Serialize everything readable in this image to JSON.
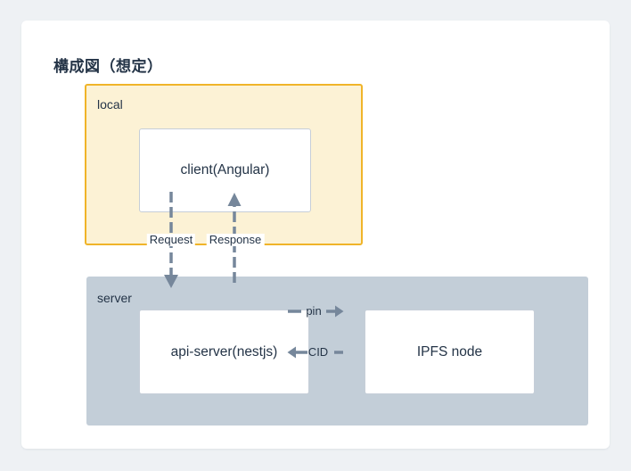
{
  "title": "構成図（想定）",
  "groups": {
    "local": {
      "label": "local"
    },
    "server": {
      "label": "server"
    }
  },
  "nodes": {
    "client": {
      "label": "client(Angular)"
    },
    "api_server": {
      "label": "api-server(nestjs)"
    },
    "ipfs": {
      "label": "IPFS node"
    }
  },
  "edges": {
    "request": {
      "label": "Request",
      "from": "client",
      "to": "api_server",
      "style": "dashed"
    },
    "response": {
      "label": "Response",
      "from": "api_server",
      "to": "client",
      "style": "dashed"
    },
    "pin": {
      "label": "pin",
      "from": "api_server",
      "to": "ipfs",
      "style": "solid"
    },
    "cid": {
      "label": "CID",
      "from": "ipfs",
      "to": "api_server",
      "style": "solid"
    }
  },
  "colors": {
    "background": "#eef1f4",
    "card": "#ffffff",
    "text": "#243447",
    "local_border": "#f0b429",
    "local_fill": "#fcf2d5",
    "server_fill": "#c3ced8",
    "node_border": "#c6ced8",
    "arrow": "#76879b"
  }
}
